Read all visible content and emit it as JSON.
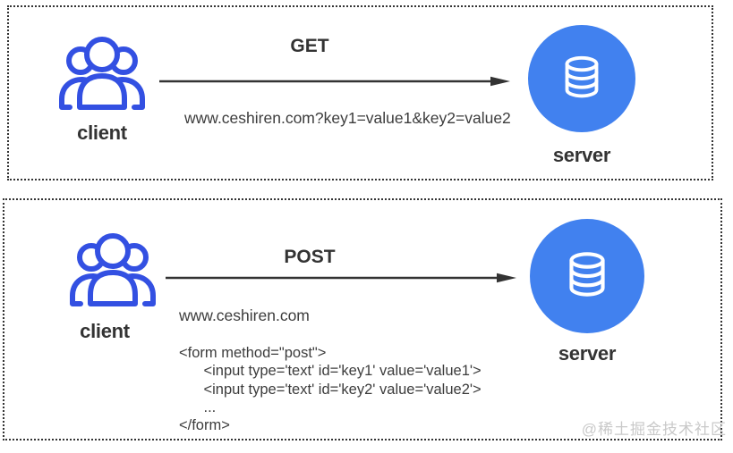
{
  "colors": {
    "client_icon": "#3350e2",
    "server_circle": "#4181ef",
    "server_icon": "#ffffff",
    "label_text": "#333333",
    "body_text": "#3c3c3c",
    "arrow": "#333333",
    "panel_border": "#333333",
    "watermark": "#c9c9c9"
  },
  "panels": [
    {
      "method": "GET",
      "client_label": "client",
      "server_label": "server",
      "request_line": "www.ceshiren.com?key1=value1&key2=value2",
      "code_lines": []
    },
    {
      "method": "POST",
      "client_label": "client",
      "server_label": "server",
      "request_line": "www.ceshiren.com",
      "code_lines": [
        "<form method=\"post\">",
        "      <input type='text' id='key1' value='value1'>",
        "      <input type='text' id='key2' value='value2'>",
        "      ...",
        "</form>"
      ]
    }
  ],
  "watermark": "@稀土掘金技术社区"
}
